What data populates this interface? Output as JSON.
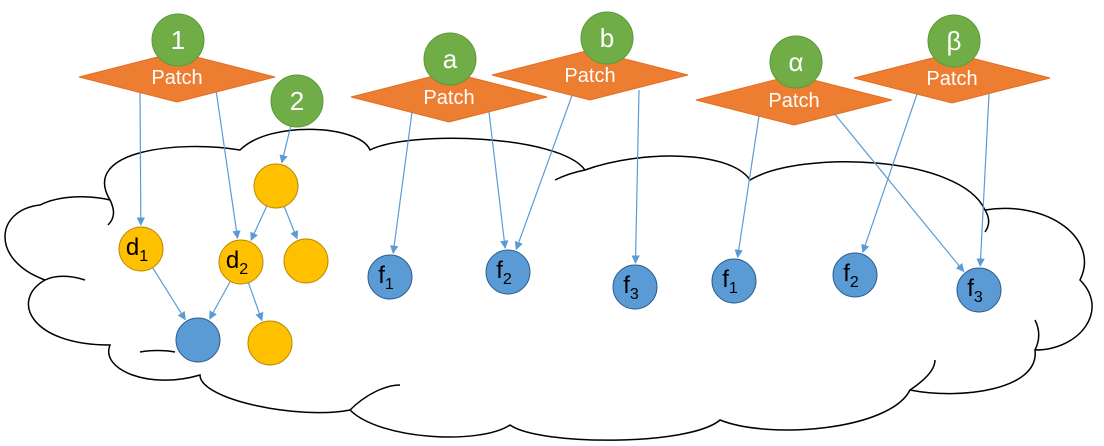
{
  "colors": {
    "patch": "#ED7D31",
    "label": "#70AD47",
    "data_node": "#FFC000",
    "file_node": "#5B9BD5",
    "edge": "#5B9BD5"
  },
  "patches": [
    {
      "id": "patch-1",
      "text": "Patch",
      "label": "1"
    },
    {
      "id": "patch-a",
      "text": "Patch",
      "label": "a"
    },
    {
      "id": "patch-b",
      "text": "Patch",
      "label": "b"
    },
    {
      "id": "patch-alpha",
      "text": "Patch",
      "label": "α"
    },
    {
      "id": "patch-beta",
      "text": "Patch",
      "label": "β"
    }
  ],
  "standalone_labels": [
    {
      "id": "label-2",
      "text": "2"
    }
  ],
  "nodes": [
    {
      "id": "y-top",
      "kind": "data",
      "base": "",
      "sub": ""
    },
    {
      "id": "d1",
      "kind": "data",
      "base": "d",
      "sub": "1"
    },
    {
      "id": "d2",
      "kind": "data",
      "base": "d",
      "sub": "2"
    },
    {
      "id": "y-right",
      "kind": "data",
      "base": "",
      "sub": ""
    },
    {
      "id": "y-bottom",
      "kind": "data",
      "base": "",
      "sub": ""
    },
    {
      "id": "blue-plain",
      "kind": "file",
      "base": "",
      "sub": ""
    },
    {
      "id": "f1-a",
      "kind": "file",
      "base": "f",
      "sub": "1"
    },
    {
      "id": "f2-a",
      "kind": "file",
      "base": "f",
      "sub": "2"
    },
    {
      "id": "f3-a",
      "kind": "file",
      "base": "f",
      "sub": "3"
    },
    {
      "id": "f1-b",
      "kind": "file",
      "base": "f",
      "sub": "1"
    },
    {
      "id": "f2-b",
      "kind": "file",
      "base": "f",
      "sub": "2"
    },
    {
      "id": "f3-b",
      "kind": "file",
      "base": "f",
      "sub": "3"
    }
  ],
  "edges": [
    {
      "from": "patch-1",
      "to": "d1"
    },
    {
      "from": "patch-1",
      "to": "d2"
    },
    {
      "from": "label-2",
      "to": "y-top"
    },
    {
      "from": "y-top",
      "to": "d2"
    },
    {
      "from": "y-top",
      "to": "y-right"
    },
    {
      "from": "d1",
      "to": "blue-plain"
    },
    {
      "from": "d2",
      "to": "blue-plain"
    },
    {
      "from": "d2",
      "to": "y-bottom"
    },
    {
      "from": "patch-a",
      "to": "f1-a"
    },
    {
      "from": "patch-a",
      "to": "f2-a"
    },
    {
      "from": "patch-b",
      "to": "f2-a"
    },
    {
      "from": "patch-b",
      "to": "f3-a"
    },
    {
      "from": "patch-alpha",
      "to": "f1-b"
    },
    {
      "from": "patch-alpha",
      "to": "f3-b"
    },
    {
      "from": "patch-beta",
      "to": "f2-b"
    },
    {
      "from": "patch-beta",
      "to": "f3-b"
    }
  ]
}
